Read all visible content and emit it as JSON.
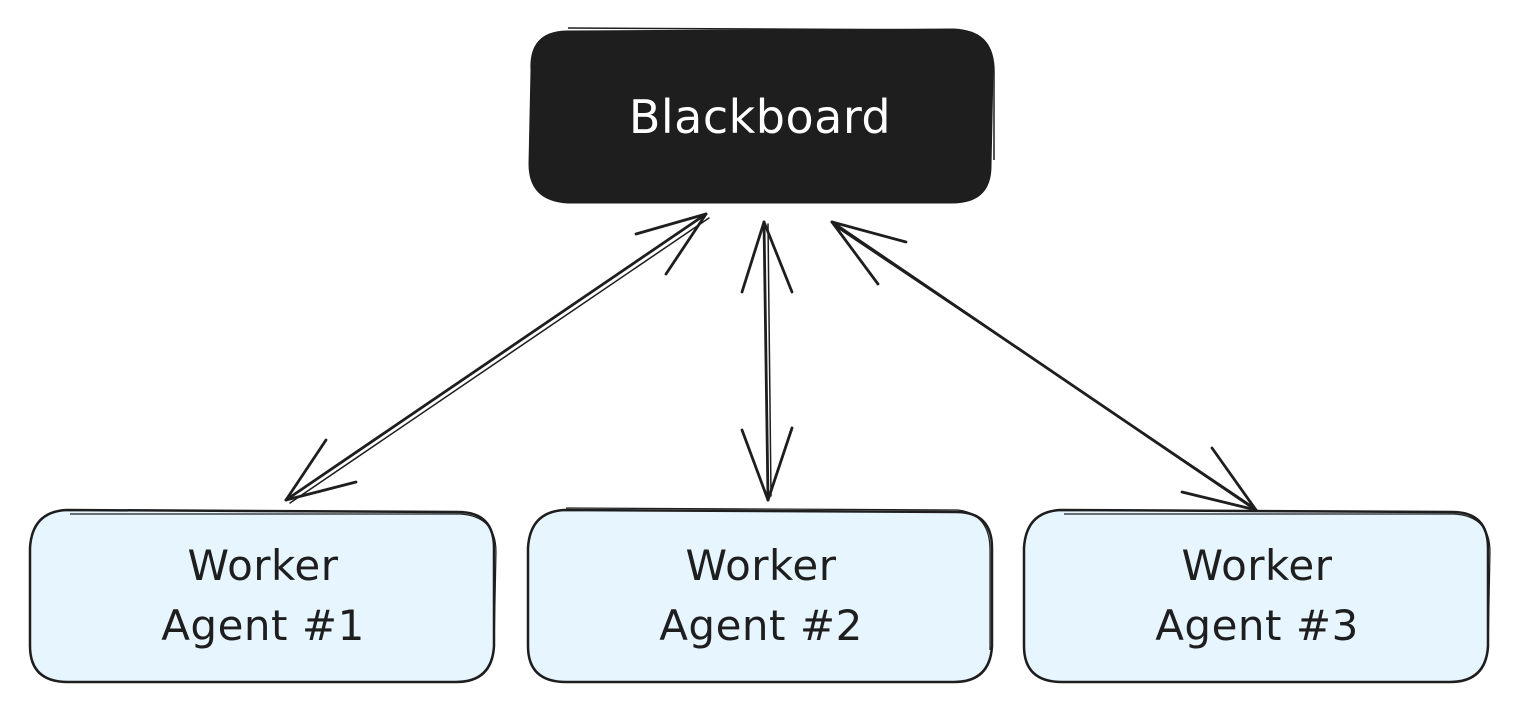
{
  "blackboard": {
    "label": "Blackboard"
  },
  "workers": [
    {
      "line1": "Worker",
      "line2": "Agent #1"
    },
    {
      "line1": "Worker",
      "line2": "Agent #2"
    },
    {
      "line1": "Worker",
      "line2": "Agent #3"
    }
  ],
  "colors": {
    "blackboard_fill": "#1e1e1e",
    "blackboard_text": "#ffffff",
    "worker_fill": "#e7f5ff",
    "stroke": "#1e1e1e"
  }
}
